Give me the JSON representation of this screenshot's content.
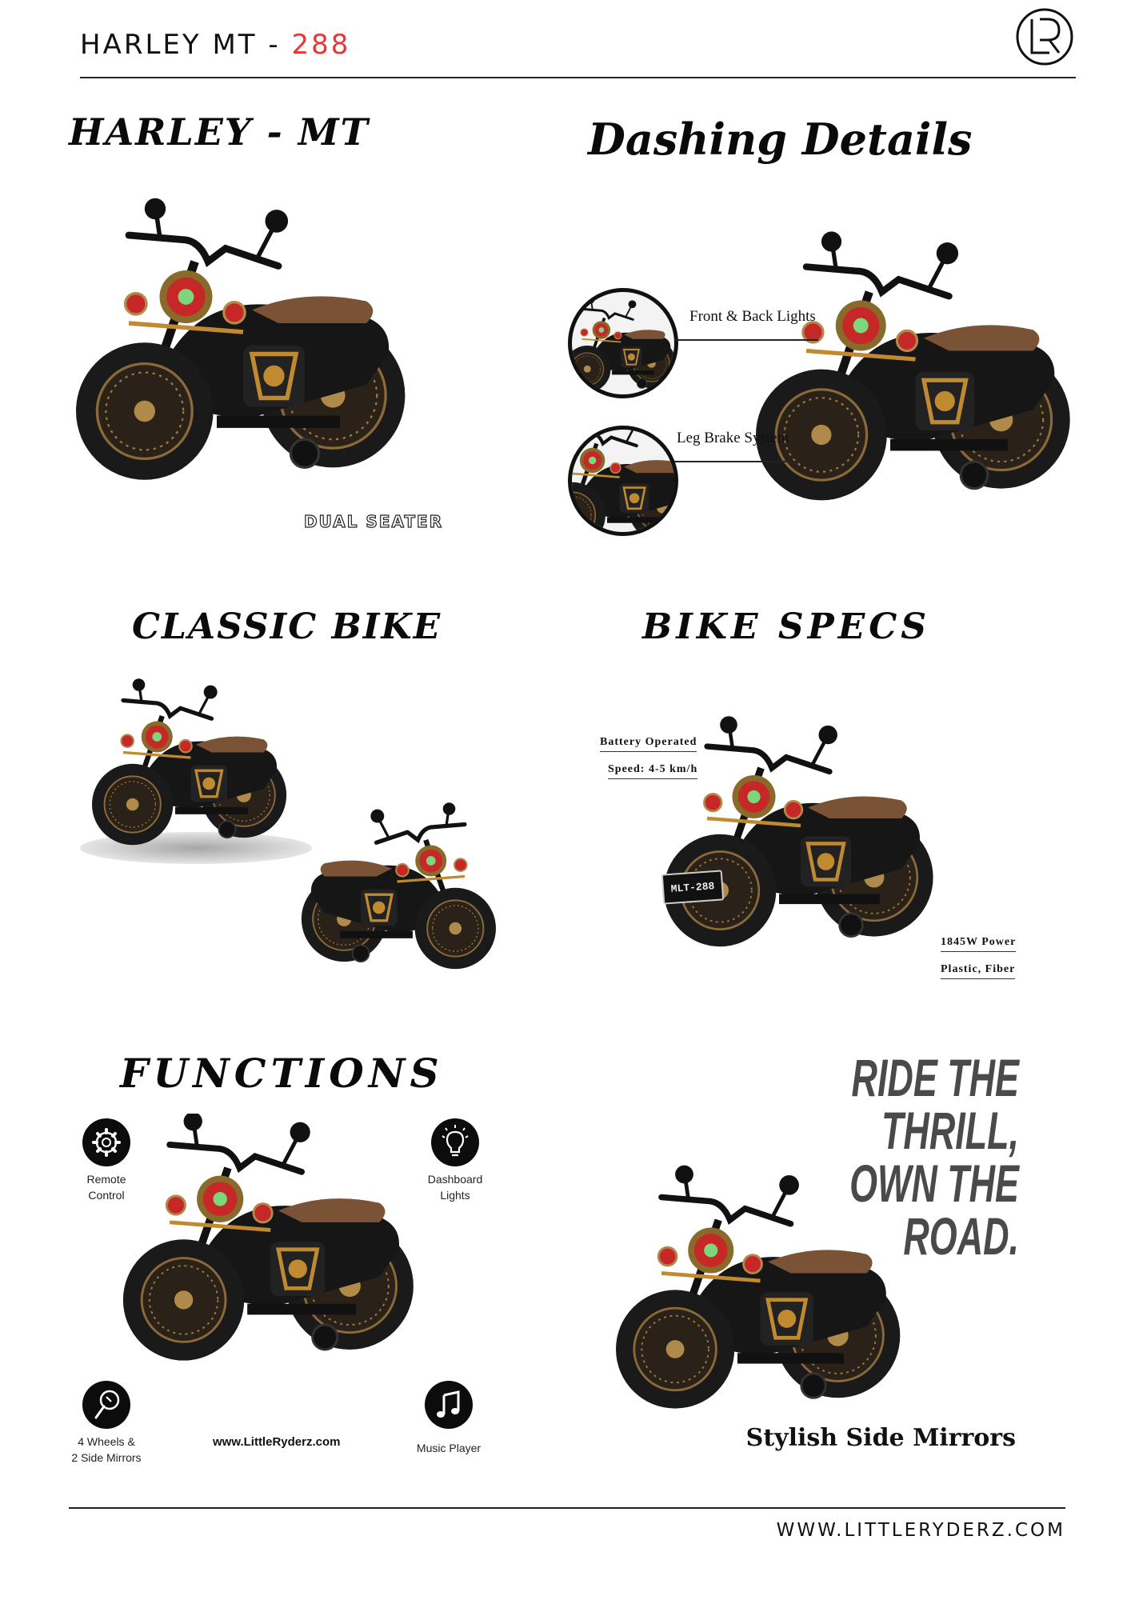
{
  "header": {
    "title_prefix": "HARLEY MT - ",
    "title_number": "288",
    "accent_color": "#e53935",
    "logo_icon": "lr-monogram-icon"
  },
  "sections": {
    "harley_mt": {
      "title": "HARLEY - MT",
      "badge": "DUAL SEATER"
    },
    "dashing_details": {
      "title": "Dashing Details",
      "callouts": [
        "Front & Back Lights",
        "Leg Brake System"
      ]
    },
    "classic_bike": {
      "title": "CLASSIC BIKE"
    },
    "bike_specs": {
      "title": "BIKE SPECS",
      "left_specs": [
        "Battery Operated",
        "Speed: 4-5 km/h"
      ],
      "right_specs": [
        "1845W Power",
        "Plastic, Fiber"
      ],
      "plate_text": "MLT-288"
    },
    "functions": {
      "title": "FUNCTIONS",
      "items": [
        {
          "label_1": "Remote",
          "label_2": "Control",
          "icon": "gear-icon"
        },
        {
          "label_1": "Dashboard",
          "label_2": "Lights",
          "icon": "lightbulb-icon"
        },
        {
          "label_1": "4 Wheels &",
          "label_2": "2 Side Mirrors",
          "icon": "mirror-icon"
        },
        {
          "label_1": "Music Player",
          "label_2": "",
          "icon": "music-note-icon"
        }
      ],
      "website_small": "www.LittleRyderz.com"
    },
    "promo": {
      "slogan_lines": [
        "RIDE THE",
        "THRILL,",
        "OWN THE",
        "ROAD."
      ],
      "tagline": "Stylish Side Mirrors"
    }
  },
  "footer": {
    "url": "WWW.LITTLERYDERZ.COM"
  }
}
